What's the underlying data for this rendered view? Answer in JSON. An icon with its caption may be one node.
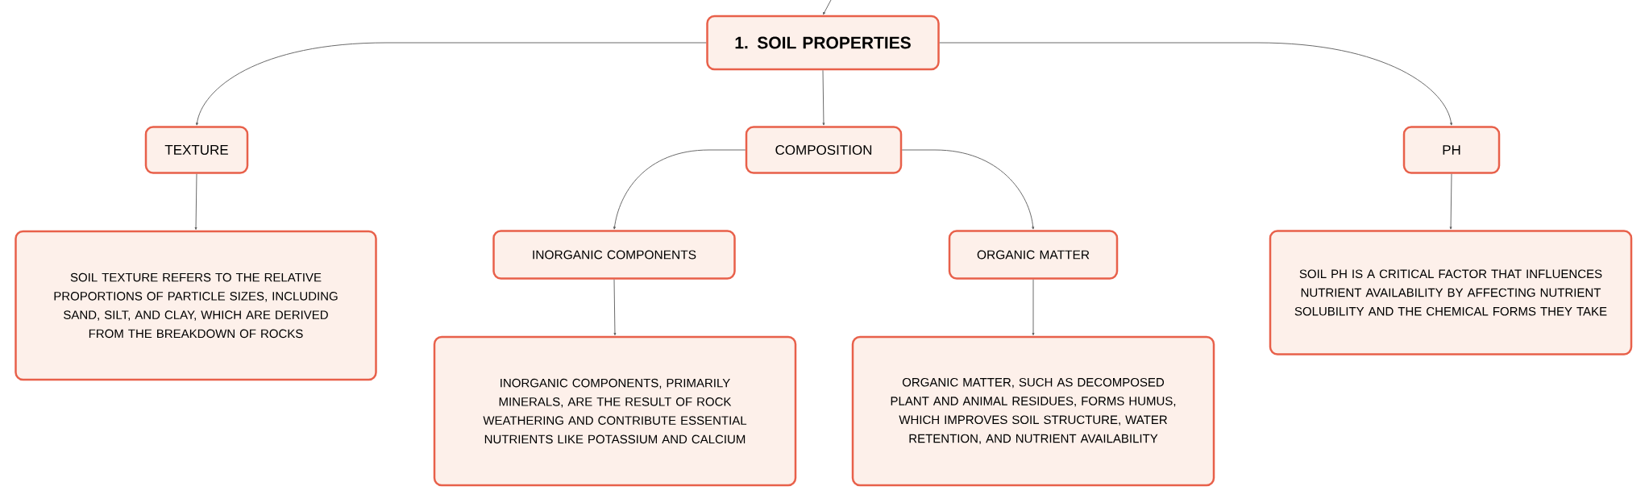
{
  "diagram": {
    "nodes": [
      {
        "text": [
          "1. SOIL PROPERTIES"
        ]
      },
      {
        "text": [
          "TEXTURE"
        ]
      },
      {
        "text": [
          "COMPOSITION"
        ]
      },
      {
        "text": [
          "PH"
        ]
      },
      {
        "text": [
          "SOIL TEXTURE REFERS TO THE RELATIVE PROPORTIONS OF PARTICLE SIZES, INCLUDING SAND, SILT, AND CLAY, WHICH ARE DERIVED FROM THE BREAKDOWN OF ROCKS"
        ]
      },
      {
        "text": [
          "INORGANIC COMPONENTS"
        ]
      },
      {
        "text": [
          "ORGANIC MATTER"
        ]
      },
      {
        "text": [
          "SOIL PH IS A CRITICAL FACTOR THAT INFLUENCES NUTRIENT AVAILABILITY BY AFFECTING NUTRIENT SOLUBILITY AND THE CHEMICAL FORMS THEY TAKE"
        ]
      },
      {
        "text": [
          "INORGANIC COMPONENTS, PRIMARILY MINERALS, ARE THE RESULT OF ROCK WEATHERING AND CONTRIBUTE ESSENTIAL NUTRIENTS LIKE POTASSIUM AND CALCIUM"
        ]
      },
      {
        "text": [
          "ORGANIC MATTER, SUCH AS DECOMPOSED PLANT AND ANIMAL RESIDUES, FORMS HUMUS, WHICH IMPROVES SOIL STRUCTURE, WATER RETENTION, AND NUTRIENT AVAILABILITY"
        ]
      }
    ],
    "edges": [
      {
        "from": null,
        "to": 0,
        "arrow": "to"
      },
      {
        "from": 0,
        "to": 1,
        "arrow": "to"
      },
      {
        "from": 0,
        "to": 2,
        "arrow": "to"
      },
      {
        "from": 0,
        "to": 3,
        "arrow": "to"
      },
      {
        "from": 1,
        "to": 4,
        "arrow": "to"
      },
      {
        "from": 2,
        "to": 5,
        "arrow": "to"
      },
      {
        "from": 2,
        "to": 6,
        "arrow": "to"
      },
      {
        "from": 3,
        "to": 7,
        "arrow": "to"
      },
      {
        "from": 5,
        "to": 8,
        "arrow": "to"
      },
      {
        "from": 6,
        "to": 9,
        "arrow": "to"
      }
    ]
  }
}
